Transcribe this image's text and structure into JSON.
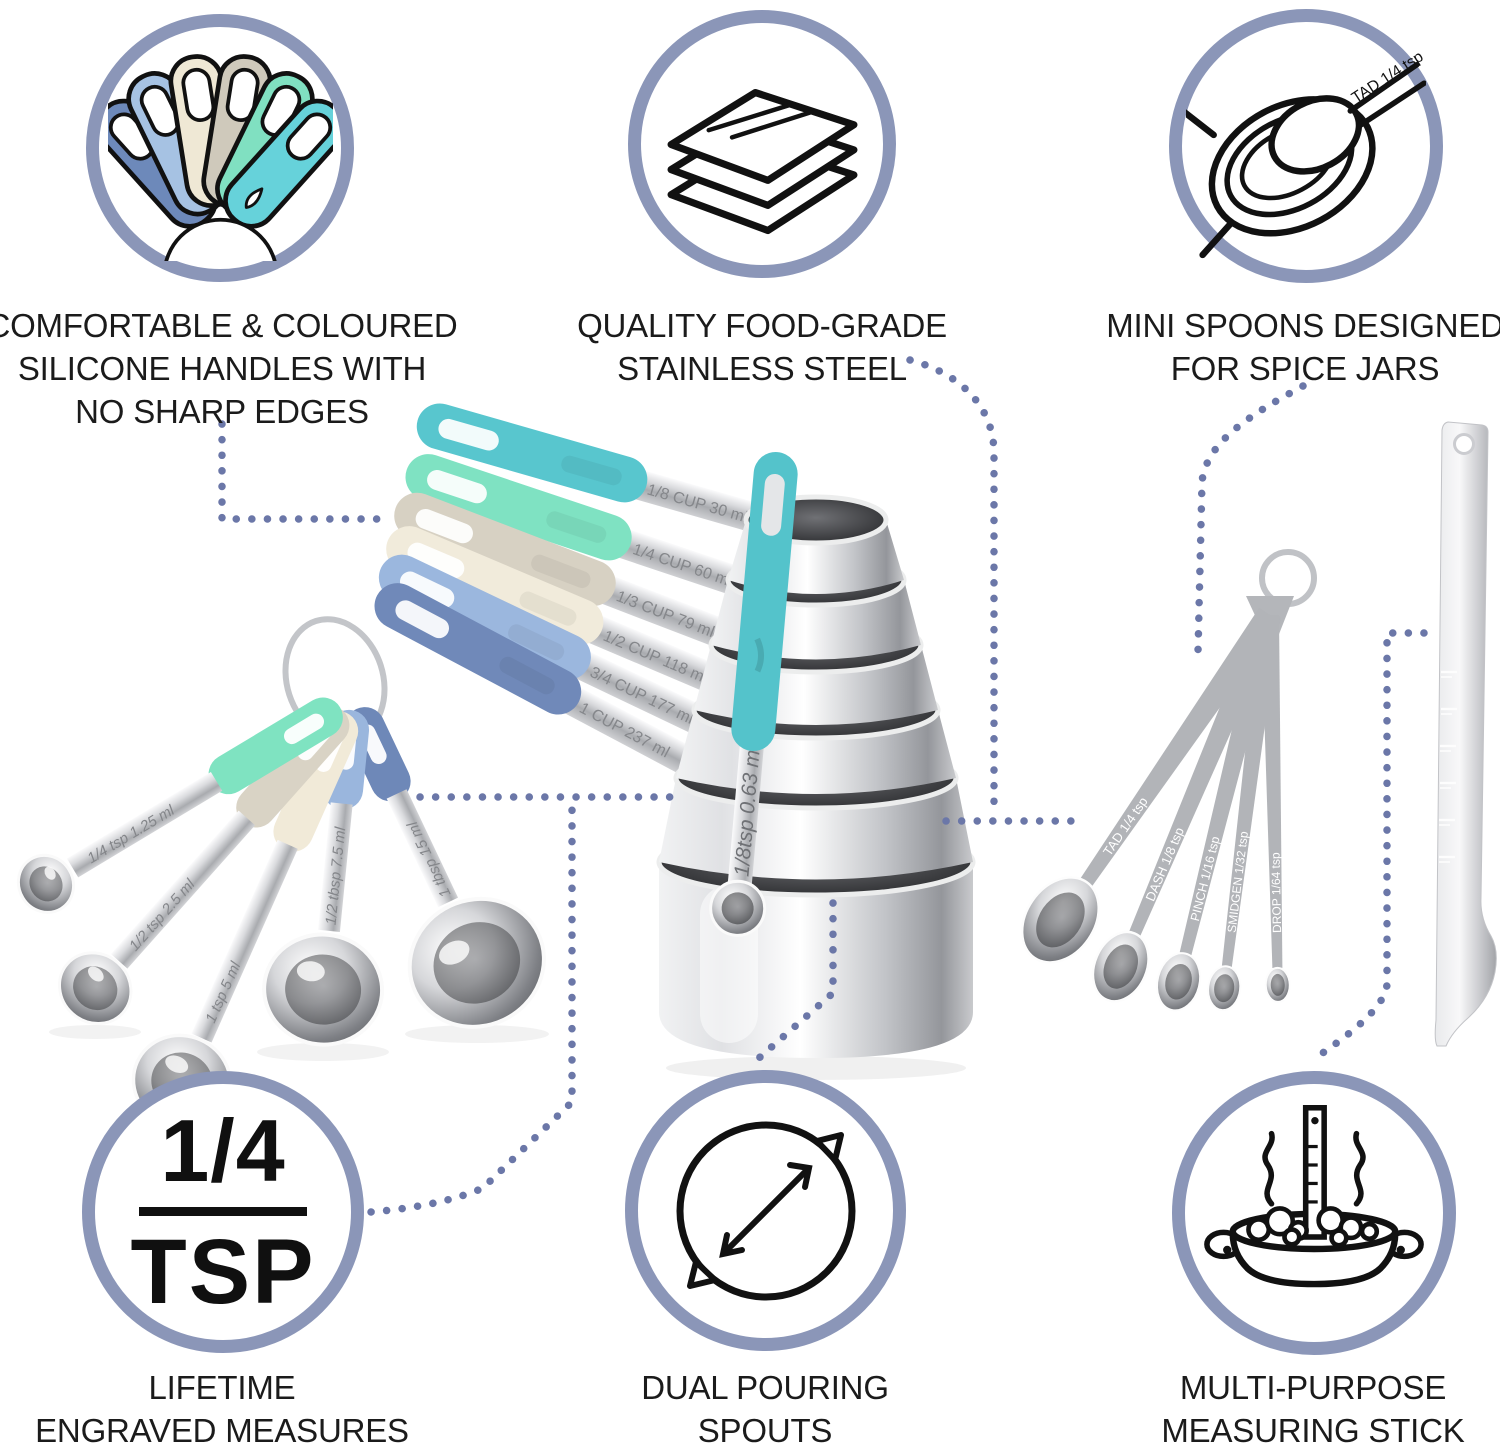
{
  "palette": {
    "ring_border": "#8b96b8",
    "dotted_connector": "#6b77a8",
    "caption_ink": "#1b1b1b",
    "icon_ink": "#111111"
  },
  "callouts": {
    "silicone": {
      "lines": [
        "COMFORTABLE & COLOURED",
        "SILICONE HANDLES WITH",
        "NO SHARP EDGES"
      ],
      "icon_handle_colors": [
        "#6d89ba",
        "#a6c2e3",
        "#efe8d5",
        "#cfc9bb",
        "#80e0c1",
        "#66d2da"
      ]
    },
    "steel": {
      "lines": [
        "QUALITY FOOD-GRADE",
        "STAINLESS STEEL"
      ]
    },
    "mini_spoons": {
      "lines": [
        "MINI SPOONS DESIGNED",
        "FOR SPICE JARS"
      ],
      "spoon_label": "TAD 1/4  tsp"
    },
    "engraved": {
      "badge_value": "1/4",
      "badge_unit": "TSP",
      "lines": [
        "LIFETIME",
        "ENGRAVED MEASURES"
      ]
    },
    "spouts": {
      "lines": [
        "DUAL POURING",
        "SPOUTS"
      ]
    },
    "stick": {
      "lines": [
        "MULTI-PURPOSE",
        "MEASURING STICK"
      ]
    }
  },
  "products": {
    "cup_handles": [
      {
        "label": "1/8 CUP 30 ml",
        "color": "#58c6ce"
      },
      {
        "label": "1/4 CUP 60 ml",
        "color": "#7fe2c2"
      },
      {
        "label": "1/3 CUP 79 ml",
        "color": "#d7d1c3"
      },
      {
        "label": "1/2 CUP 118 ml",
        "color": "#f1ebdb"
      },
      {
        "label": "3/4 CUP 177 ml",
        "color": "#9bb7de"
      },
      {
        "label": "1 CUP 237 ml",
        "color": "#7089b9"
      }
    ],
    "leaning_spoon": {
      "label": "1/8tsp 0.63 ml",
      "color": "#54c3cb"
    },
    "ring_spoons": [
      {
        "label": "1/4 tsp 1.25 ml",
        "color": "#7fe3c1"
      },
      {
        "label": "1/2 tsp 2.5 ml",
        "color": "#d9d3c5"
      },
      {
        "label": "1 tsp 5 ml",
        "color": "#f1ead8"
      },
      {
        "label": "1/2 tbsp 7.5 ml",
        "color": "#9ab6dd"
      },
      {
        "label": "1 tbsp 15 ml",
        "color": "#6e88b8"
      }
    ],
    "mini_spoon_labels": [
      "TAD 1/4 tsp",
      "DASH 1/8 tsp",
      "PINCH 1/16 tsp",
      "SMIDGEN 1/32 tsp",
      "DROP 1/64 tsp"
    ]
  }
}
